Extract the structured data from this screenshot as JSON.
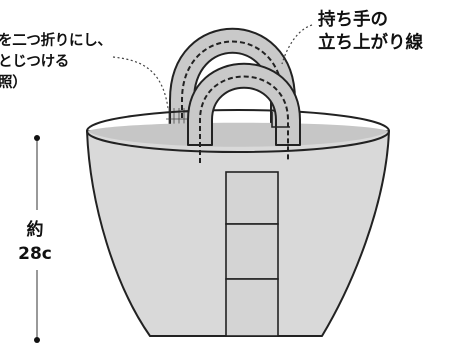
{
  "labels": {
    "fold_note": {
      "line1": "を二つ折りにし、",
      "line2": "とじつける",
      "line3": "照）"
    },
    "rise_line_note": {
      "line1": "持ち手の",
      "line2": "立ち上がり線"
    },
    "height": {
      "approx": "約",
      "value": "28c"
    }
  },
  "colors": {
    "bag_fill": "#d9d9d9",
    "bag_rim": "#c6c6c6",
    "handle_fill": "#c9c9c9",
    "outline": "#222222",
    "panel_fill": "#d4d4d4"
  },
  "parts": {
    "panel_sections": 3
  }
}
